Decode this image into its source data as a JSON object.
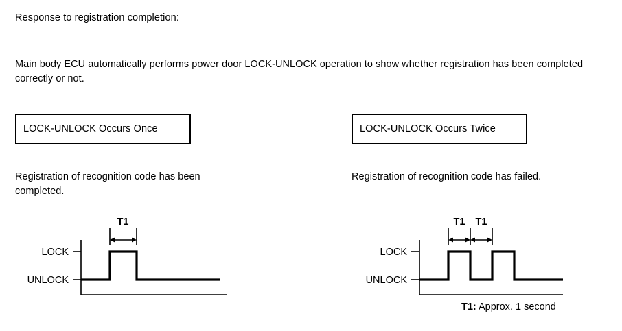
{
  "intro": {
    "heading": "Response to registration completion:",
    "paragraph": "Main body ECU automatically performs power door LOCK-UNLOCK operation to show whether registration has been completed correctly or not."
  },
  "columns": [
    {
      "title": "LOCK-UNLOCK Occurs Once",
      "description": "Registration of recognition code has been completed.",
      "diagram": {
        "axis_labels": {
          "high": "LOCK",
          "low": "UNLOCK"
        },
        "dimension_labels": [
          "T1"
        ],
        "pulse_count": 1
      }
    },
    {
      "title": "LOCK-UNLOCK Occurs Twice",
      "description": "Registration of recognition code has failed.",
      "diagram": {
        "axis_labels": {
          "high": "LOCK",
          "low": "UNLOCK"
        },
        "dimension_labels": [
          "T1",
          "T1"
        ],
        "pulse_count": 2
      }
    }
  ],
  "footnote": {
    "symbol": "T1:",
    "text": " Approx. 1 second"
  },
  "colors": {
    "ink": "#000000",
    "paper": "#ffffff"
  }
}
